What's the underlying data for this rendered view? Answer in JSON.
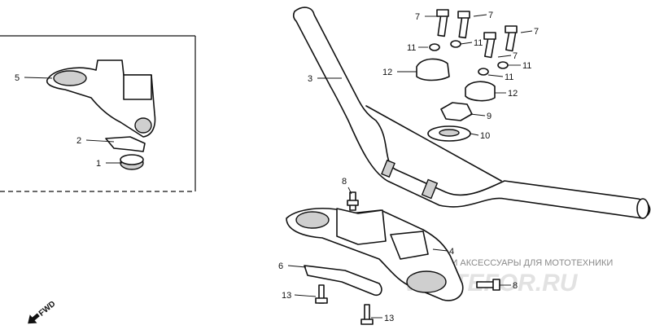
{
  "callouts": [
    "1",
    "2",
    "3",
    "4",
    "5",
    "6",
    "7",
    "7",
    "7",
    "7",
    "8",
    "8",
    "9",
    "10",
    "11",
    "11",
    "11",
    "11",
    "12",
    "12",
    "13",
    "13"
  ],
  "direction_label": "FWD",
  "watermark": {
    "caption": "ЗАПЧАСТИ И АКСЕССУАРЫ ДЛЯ МОТОТЕХНИКИ",
    "logo": "VERTEFOR.RU"
  },
  "colors": {
    "line": "#111111",
    "watermark_text": "#8a8a8a",
    "watermark_logo": "#e2e2e2"
  }
}
